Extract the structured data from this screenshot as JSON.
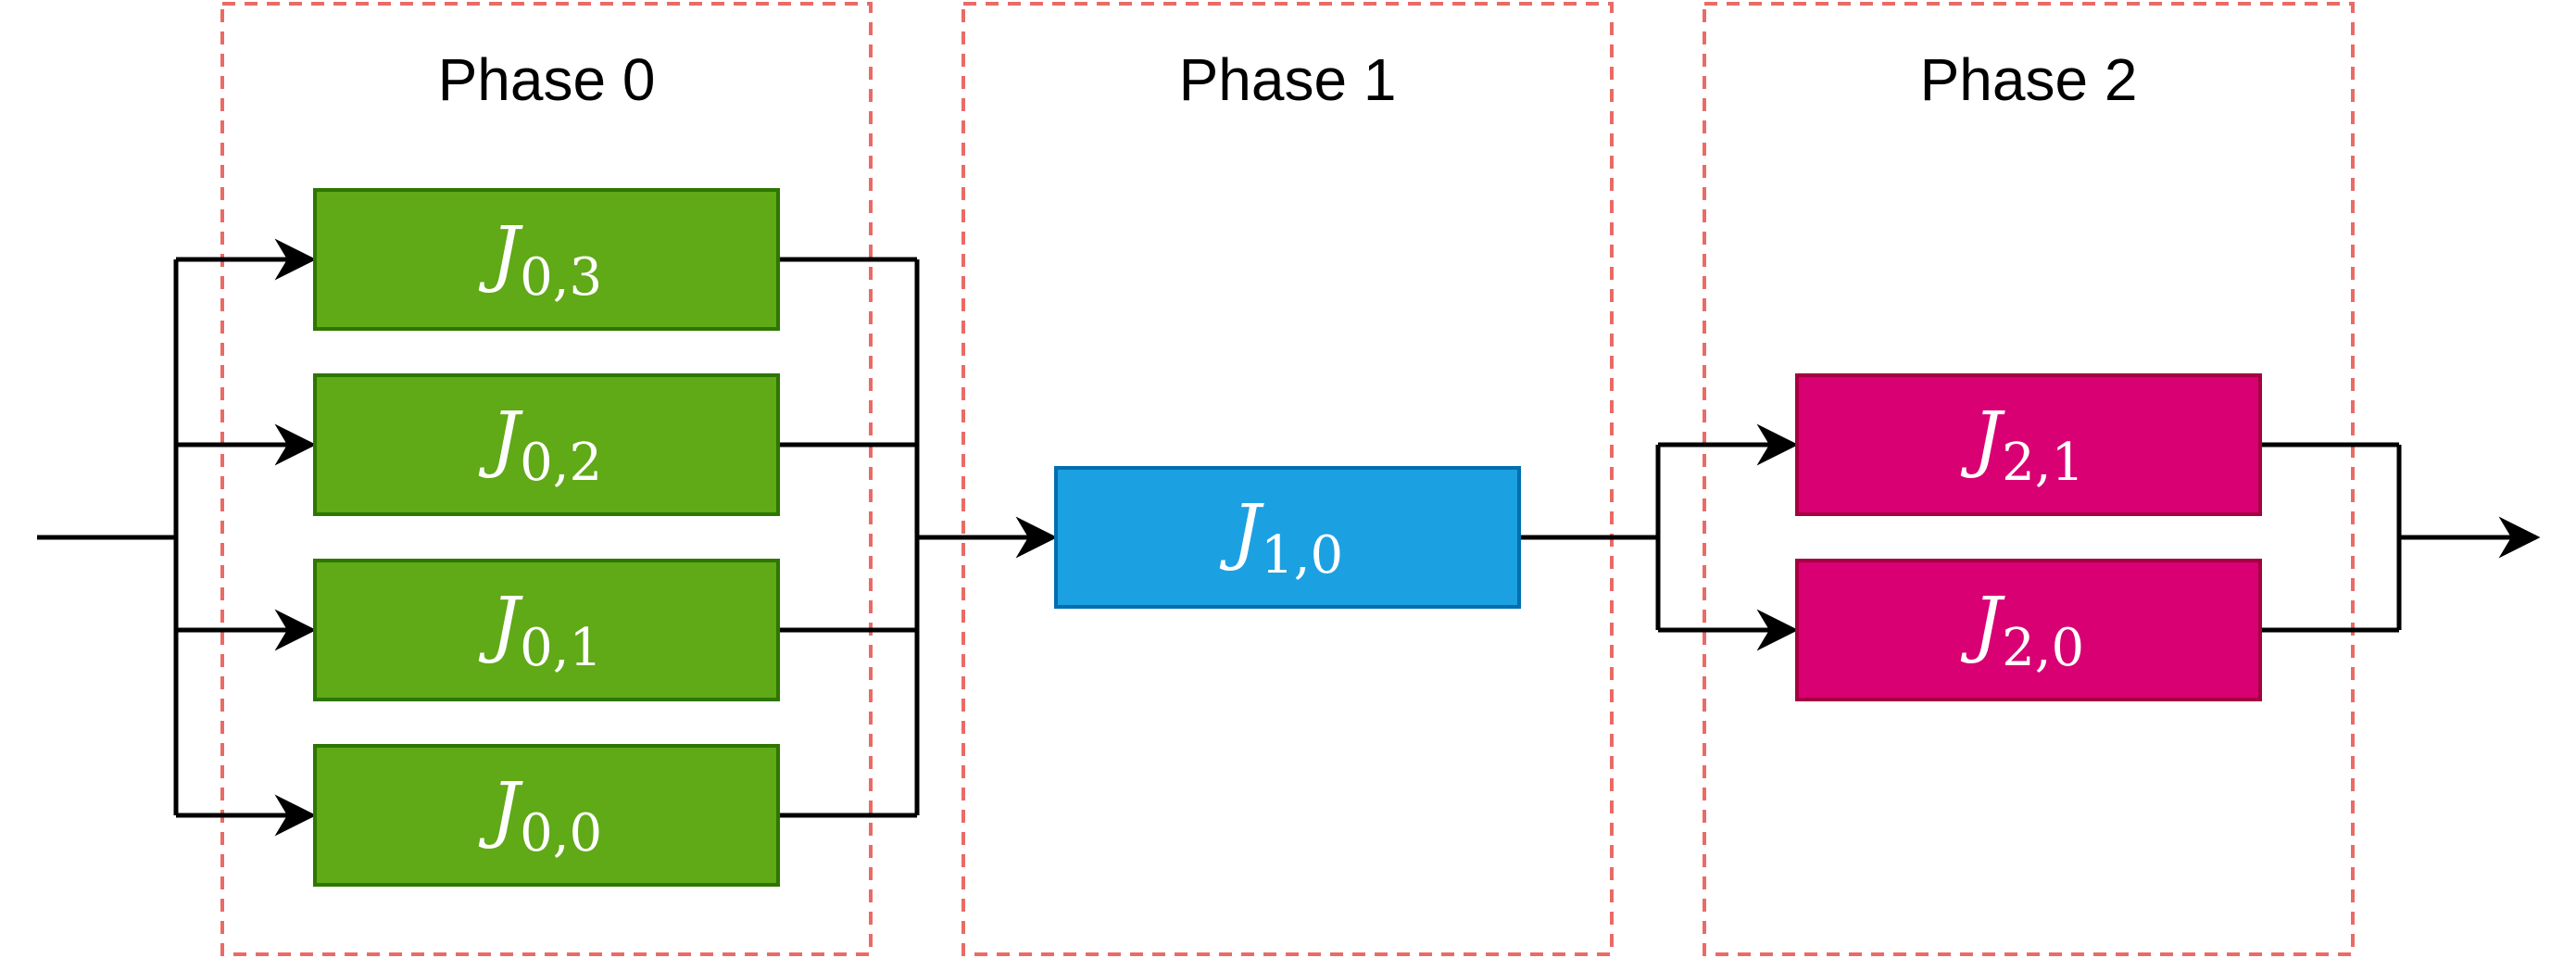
{
  "phases": [
    {
      "label": "Phase 0"
    },
    {
      "label": "Phase 1"
    },
    {
      "label": "Phase 2"
    }
  ],
  "jobs": {
    "j03": {
      "main": "J",
      "sub": "0,3"
    },
    "j02": {
      "main": "J",
      "sub": "0,2"
    },
    "j01": {
      "main": "J",
      "sub": "0,1"
    },
    "j00": {
      "main": "J",
      "sub": "0,0"
    },
    "j10": {
      "main": "J",
      "sub": "1,0"
    },
    "j21": {
      "main": "J",
      "sub": "2,1"
    },
    "j20": {
      "main": "J",
      "sub": "2,0"
    }
  },
  "colors": {
    "phase_frame": "#ea6b66",
    "phase0_fill": "#60a917",
    "phase0_stroke": "#2d7600",
    "phase1_fill": "#1ba1e2",
    "phase1_stroke": "#006eaf",
    "phase2_fill": "#d80073",
    "phase2_stroke": "#a50040",
    "wire": "#000000"
  }
}
